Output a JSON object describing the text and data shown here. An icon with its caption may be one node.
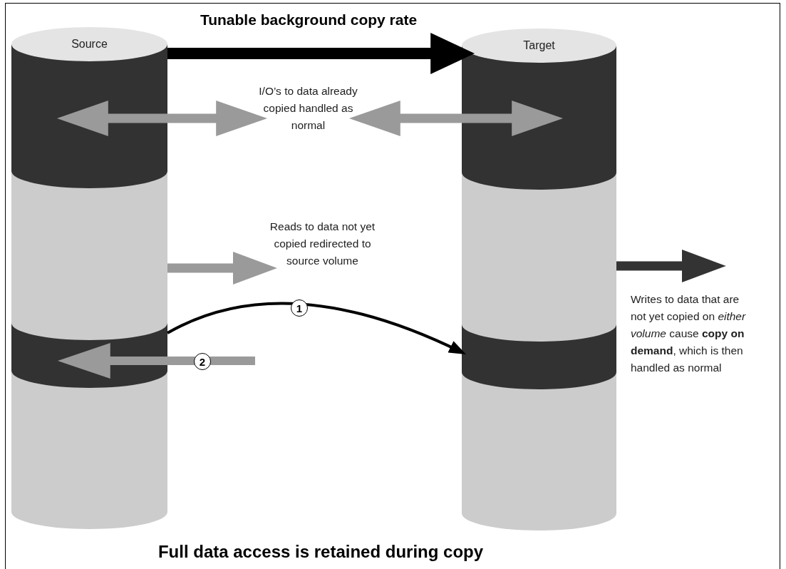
{
  "diagram": {
    "caption": "Full data access is retained during copy",
    "nodes": [
      {
        "text": [
          "Source"
        ]
      },
      {
        "text": [
          "Target"
        ]
      },
      {
        "text": [],
        "shape": "band",
        "in": 0
      },
      {
        "text": [],
        "shape": "band",
        "in": 0
      },
      {
        "text": [],
        "shape": "band",
        "in": 1
      },
      {
        "text": [],
        "shape": "band",
        "in": 1
      },
      {
        "text": [
          "I/O’s to data already copied handled as normal"
        ]
      },
      {
        "text": [
          "Reads to data not yet copied redirected to source volume"
        ]
      },
      {
        "text": [
          "Writes to data that are not yet copied on *either volume* cause **copy on demand**, which is then handled as normal"
        ]
      }
    ],
    "edges": [
      {
        "from": 0,
        "to": 1,
        "arrow": "to",
        "label": "Tunable background copy rate",
        "color": "#000000"
      },
      {
        "from": 2,
        "to": 6,
        "arrow": "both"
      },
      {
        "from": 6,
        "to": 4,
        "arrow": "both"
      },
      {
        "from": 0,
        "to": 7,
        "arrow": "to"
      },
      {
        "from": 3,
        "to": 5,
        "arrow": "to",
        "label": "1",
        "color": "#000000"
      },
      {
        "from": null,
        "to": 3,
        "arrow": "to",
        "label": "2"
      },
      {
        "from": 1,
        "to": 8,
        "arrow": "to",
        "color": "#333333"
      }
    ]
  }
}
